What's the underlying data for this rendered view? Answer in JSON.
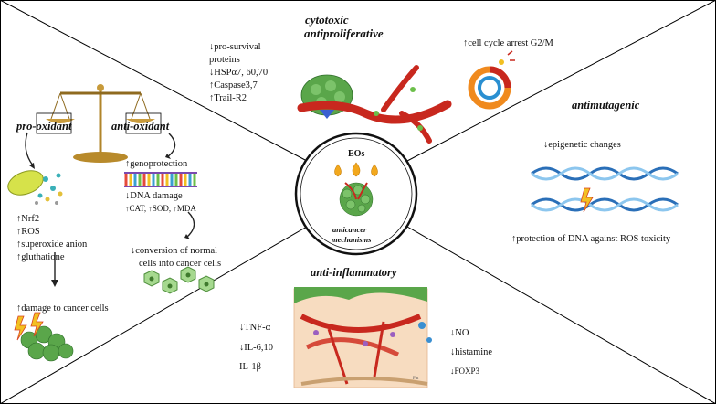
{
  "panels": {
    "cytotoxic": {
      "title_line1": "cytotoxic",
      "title_line2": "antiproliferative",
      "items": [
        "↓pro-survival",
        "proteins",
        "↓HSPα7, 60,70",
        "↑Caspase3,7",
        "↑Trail-R2"
      ],
      "cell_cycle": "↑cell cycle arrest G2/M"
    },
    "pro_oxidant": {
      "title": "pro-oxidant",
      "items": [
        "↑Nrf2",
        "↑ROS",
        "↑superoxide anion",
        "↑gluthatione"
      ],
      "outcome": "↑damage to cancer cells"
    },
    "anti_oxidant": {
      "title": "anti-oxidant",
      "genoprotection": "↑genoprotection",
      "dna_damage": "↓DNA damage",
      "enzymes": "↑CAT, ↑SOD, ↑MDA",
      "conversion_line1": "↓conversion of normal",
      "conversion_line2": "cells into cancer cells"
    },
    "antimutagenic": {
      "title": "antimutagenic",
      "epigenetic": "↓epigenetic changes",
      "protection": "↑protection of DNA against ROS toxicity"
    },
    "anti_inflammatory": {
      "title": "anti-inflammatory",
      "left_items": [
        "↓TNF-α",
        "↓IL-6,10",
        "IL-1β"
      ],
      "right_items": [
        "↓NO",
        "↓histamine",
        "↓FOXP3"
      ],
      "tissue_label": "Fat"
    },
    "center": {
      "title": "EOs",
      "caption_line1": "anticancer",
      "caption_line2": "mechanisms"
    }
  },
  "colors": {
    "border": "#000000",
    "oil_drop": "#f2a81d",
    "tumor_green": "#5aa64a",
    "vessel_red": "#c8281e",
    "dna_blue": "#3a8fd1",
    "cell_green": "#8ecb7c"
  }
}
